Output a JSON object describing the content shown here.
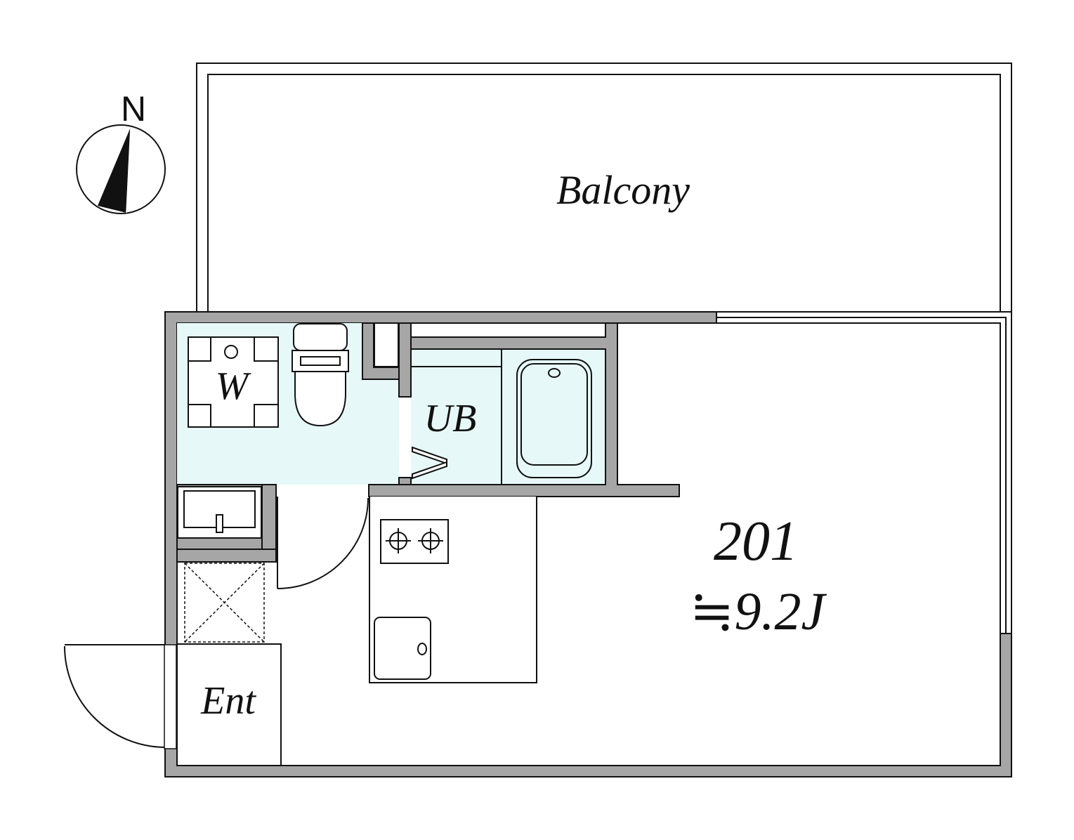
{
  "compass": {
    "label": "N",
    "icon": "north-arrow-icon"
  },
  "rooms": {
    "balcony": "Balcony",
    "unit_number": "201",
    "area": "≒9.2J",
    "bath": "UB",
    "washer": "W",
    "entrance": "Ent"
  },
  "colors": {
    "wall": "#a6a6a6",
    "wet_area": "#e6f8f8",
    "line": "#111111",
    "background": "#ffffff"
  }
}
